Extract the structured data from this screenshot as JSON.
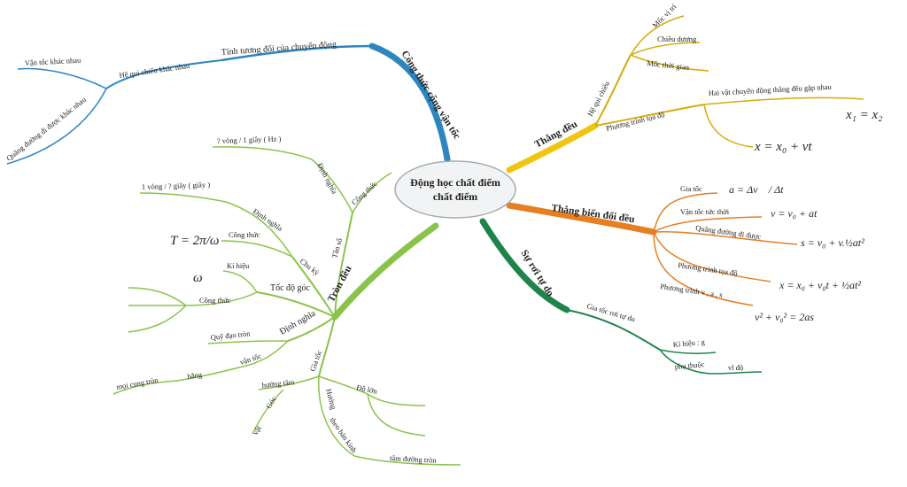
{
  "center": {
    "line1": "Động học chất điểm",
    "line2": "chất điểm"
  },
  "colors": {
    "blue": "#2E86C1",
    "yellow": "#F1C40F",
    "orange": "#E67E22",
    "darkgreen": "#1E8449",
    "lightgreen": "#8BC34A"
  },
  "blue": {
    "main": "Công thức cộng vận tốc",
    "sub": "Tính tương đối của chuyển động",
    "ref": "Hệ qui chiếu khác nhau",
    "v": "Vận tốc khác nhau",
    "s": "Quãng đường đi được khác nhau"
  },
  "yellow": {
    "main": "Thẳng đều",
    "hqc": "Hệ qui chiếu",
    "mvt": "Mốc vị trí",
    "cd": "Chiều dương",
    "mtg": "Mốc thời gian",
    "pt": "Phương trình tọa độ",
    "meet": "Hai vật chuyển động thẳng đều gặp nhau",
    "f1": "x₁ = x₂",
    "f2": "x = x₀ + vt"
  },
  "orange": {
    "main": "Thẳng biến đổi đều",
    "gt": "Gia tốc",
    "f_gt": "a = Δv⃗ / Δt",
    "vt": "Vận tốc tức thời",
    "f_vt": "v = v₀ + at",
    "qd": "Quãng đường đi được",
    "f_qd": "s = v₀ + v.½at²",
    "pt": "Phương trình tọa độ",
    "f_pt": "x = x₀ + v₀t + ½at²",
    "pt2": "Phương trình v , a , s",
    "f_pt2": "v² + v₀² = 2as"
  },
  "dgreen": {
    "main": "Sự rơi tự do",
    "gt": "Gia tốc rơi tự do",
    "kh": "Kí hiệu : g",
    "pt": "phụ thuộc",
    "vd": "vĩ độ"
  },
  "lgreen": {
    "main": "Tròn đều",
    "ts": "Tần số",
    "ct": "Công thức",
    "dn": "Định nghĩa",
    "ts_val": "? vòng / 1 giây ( Hz )",
    "ck": "Chu kỳ",
    "ck_dn": "Định nghĩa",
    "ck_val": "1 vòng / ? giây ( giây )",
    "ck_ct": "Công thức",
    "f_T": "T = 2π/ω",
    "omega": "ω",
    "tdg": "Tốc độ góc",
    "kh": "Kí hiệu",
    "tdg_ct": "Công thức",
    "dn2": "Định nghĩa",
    "qdt": "Quỹ đạo tròn",
    "vt": "vận tốc",
    "bang": "bằng",
    "cung": "mọi cung tròn",
    "gia": "Gia tốc",
    "ht": "hướng tâm",
    "goc": "Góc",
    "vat": "vật",
    "huong": "Hướng",
    "bk": "theo bán kính",
    "tdt": "tâm đường tròn",
    "dl": "Độ lớn"
  }
}
